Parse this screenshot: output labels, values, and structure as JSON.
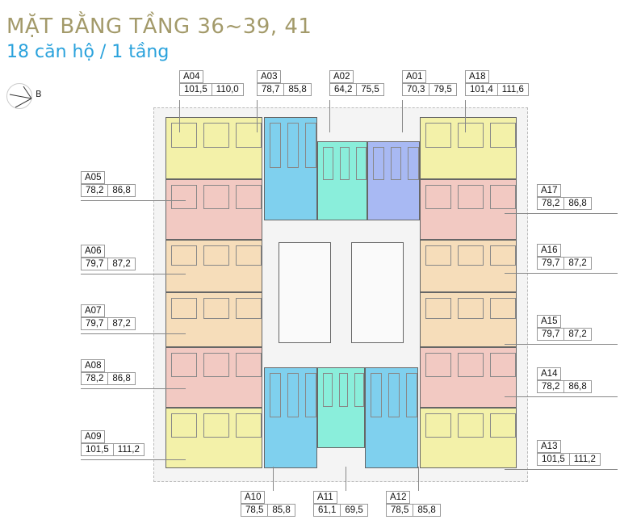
{
  "title": "MẶT BẰNG TẦNG 36~39, 41",
  "subtitle": "18 căn hộ / 1 tầng",
  "compass_label": "B",
  "colors": {
    "yellow": "#f3f1a9",
    "pink": "#f2c9c2",
    "peach": "#f6ddba",
    "cyan": "#7fd0ee",
    "teal": "#8aeedb",
    "lavender": "#a8b9f3"
  },
  "units": [
    {
      "name": "A04",
      "v1": "101,5",
      "v2": "110,0"
    },
    {
      "name": "A03",
      "v1": "78,7",
      "v2": "85,8"
    },
    {
      "name": "A02",
      "v1": "64,2",
      "v2": "75,5"
    },
    {
      "name": "A01",
      "v1": "70,3",
      "v2": "79,5"
    },
    {
      "name": "A18",
      "v1": "101,4",
      "v2": "111,6"
    },
    {
      "name": "A05",
      "v1": "78,2",
      "v2": "86,8"
    },
    {
      "name": "A06",
      "v1": "79,7",
      "v2": "87,2"
    },
    {
      "name": "A07",
      "v1": "79,7",
      "v2": "87,2"
    },
    {
      "name": "A08",
      "v1": "78,2",
      "v2": "86,8"
    },
    {
      "name": "A09",
      "v1": "101,5",
      "v2": "111,2"
    },
    {
      "name": "A17",
      "v1": "78,2",
      "v2": "86,8"
    },
    {
      "name": "A16",
      "v1": "79,7",
      "v2": "87,2"
    },
    {
      "name": "A15",
      "v1": "79,7",
      "v2": "87,2"
    },
    {
      "name": "A14",
      "v1": "78,2",
      "v2": "86,8"
    },
    {
      "name": "A13",
      "v1": "101,5",
      "v2": "111,2"
    },
    {
      "name": "A10",
      "v1": "78,5",
      "v2": "85,8"
    },
    {
      "name": "A11",
      "v1": "61,1",
      "v2": "69,5"
    },
    {
      "name": "A12",
      "v1": "78,5",
      "v2": "85,8"
    }
  ]
}
